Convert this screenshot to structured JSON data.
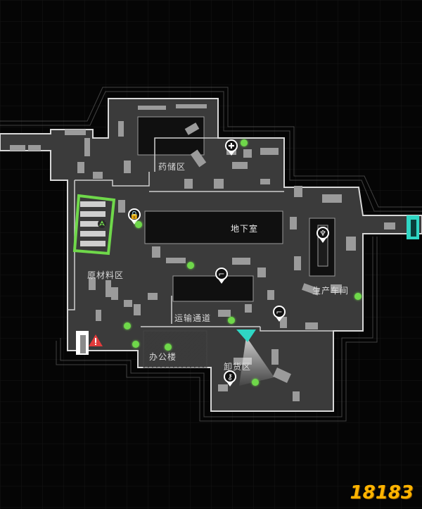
{
  "map": {
    "areas": {
      "storage": "药储区",
      "basement": "地下室",
      "raw_material": "原材料区",
      "production": "生产车间",
      "transport": "运输通道",
      "office": "办公楼",
      "unloading": "卸货区"
    },
    "pins": {
      "medical": "medical-cross-icon",
      "lock": "lock-icon",
      "gun_center": "pistol-icon",
      "gun_right": "pistol-icon",
      "key": "key-icon",
      "radiation": "radiation-icon"
    },
    "colors": {
      "loot_dot": "#6fd84a",
      "highlight": "#6fd84a",
      "hazard": "#e23b3b",
      "exit": "#2fd6c4"
    }
  },
  "watermark": "18183"
}
